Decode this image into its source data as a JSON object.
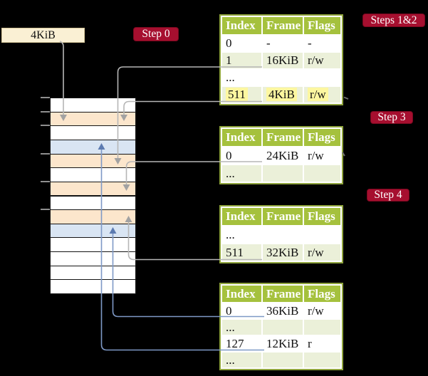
{
  "figure": {
    "description": "Four-level page table translation diagram: physical memory stack on the left, page table contents on the right",
    "background": "#000000"
  },
  "root_frame_box": {
    "label": "4KiB"
  },
  "step_badges": [
    {
      "id": "step0",
      "label": "Step 0"
    },
    {
      "id": "steps12",
      "label": "Steps 1&2"
    },
    {
      "id": "step3",
      "label": "Step 3"
    },
    {
      "id": "step4",
      "label": "Step 4"
    }
  ],
  "memory_stack": {
    "rows": [
      {
        "fill": "white"
      },
      {
        "fill": "peach"
      },
      {
        "fill": "white"
      },
      {
        "fill": "blue"
      },
      {
        "fill": "peach"
      },
      {
        "fill": "white"
      },
      {
        "fill": "peach"
      },
      {
        "fill": "white"
      },
      {
        "fill": "peach"
      },
      {
        "fill": "blue"
      },
      {
        "fill": "white"
      },
      {
        "fill": "white"
      },
      {
        "fill": "white"
      },
      {
        "fill": "white"
      }
    ],
    "tick_boundaries": [
      0,
      1,
      2,
      4,
      6,
      8
    ]
  },
  "page_tables": [
    {
      "id": "table-steps-1-2",
      "headers": [
        "Index",
        "Frame",
        "Flags"
      ],
      "rows": [
        {
          "cells": [
            "0",
            "-",
            "-"
          ],
          "shaded": false,
          "highlighted": false
        },
        {
          "cells": [
            "1",
            "16KiB",
            "r/w"
          ],
          "shaded": true,
          "highlighted": false
        },
        {
          "cells": [
            "...",
            "",
            ""
          ],
          "shaded": false,
          "highlighted": false
        },
        {
          "cells": [
            "511",
            "4KiB",
            "r/w"
          ],
          "shaded": true,
          "highlighted": true
        }
      ]
    },
    {
      "id": "table-step-3",
      "headers": [
        "Index",
        "Frame",
        "Flags"
      ],
      "rows": [
        {
          "cells": [
            "0",
            "24KiB",
            "r/w"
          ],
          "shaded": false,
          "highlighted": false
        },
        {
          "cells": [
            "...",
            "",
            ""
          ],
          "shaded": true,
          "highlighted": false
        }
      ]
    },
    {
      "id": "table-step-4",
      "headers": [
        "Index",
        "Frame",
        "Flags"
      ],
      "rows": [
        {
          "cells": [
            "...",
            "",
            ""
          ],
          "shaded": false,
          "highlighted": false
        },
        {
          "cells": [
            "511",
            "32KiB",
            "r/w"
          ],
          "shaded": true,
          "highlighted": false
        }
      ]
    },
    {
      "id": "table-final",
      "headers": [
        "Index",
        "Frame",
        "Flags"
      ],
      "rows": [
        {
          "cells": [
            "0",
            "36KiB",
            "r/w"
          ],
          "shaded": false,
          "highlighted": false
        },
        {
          "cells": [
            "...",
            "",
            ""
          ],
          "shaded": true,
          "highlighted": false
        },
        {
          "cells": [
            "127",
            "12KiB",
            "r"
          ],
          "shaded": false,
          "highlighted": false
        },
        {
          "cells": [
            "...",
            "",
            ""
          ],
          "shaded": true,
          "highlighted": false
        }
      ]
    }
  ],
  "connectors": [
    {
      "id": "root-to-4kib",
      "from": "4KiB root box",
      "to": "memory row at 4KiB (peach)",
      "color": "gray"
    },
    {
      "id": "t1e1-to-16kib",
      "from": "table 1 entry 1 (16KiB)",
      "to": "memory row at 16KiB (peach)",
      "color": "gray"
    },
    {
      "id": "t1e511-to-4kib",
      "from": "table 1 entry 511 (4KiB)",
      "to": "memory row at 4KiB (peach)",
      "color": "gray"
    },
    {
      "id": "t2e0-to-24kib",
      "from": "table 2 entry 0 (24KiB)",
      "to": "memory row at 24KiB (peach)",
      "color": "gray"
    },
    {
      "id": "t3e511-to-32kib",
      "from": "table 3 entry 511 (32KiB)",
      "to": "memory row at 32KiB (peach)",
      "color": "gray"
    },
    {
      "id": "t4e0-to-36kib",
      "from": "table 4 entry 0 (36KiB)",
      "to": "memory row at 36KiB (blue)",
      "color": "blue"
    },
    {
      "id": "t4e127-to-12kib",
      "from": "table 4 entry 127 (12KiB)",
      "to": "memory row at 12KiB (blue)",
      "color": "blue"
    }
  ],
  "colors": {
    "badge": "#A60F2F",
    "table_header": "#A5C13D",
    "table_row_shaded": "#EBF0D9",
    "highlight_yellow": "#FDF7A0",
    "memory_peach": "#FCE6CC",
    "memory_blue": "#D9E5F3",
    "root_box_cream": "#FAF0D4",
    "gray_connector": "#B6B6B6",
    "blue_connector": "#7E99C6"
  }
}
